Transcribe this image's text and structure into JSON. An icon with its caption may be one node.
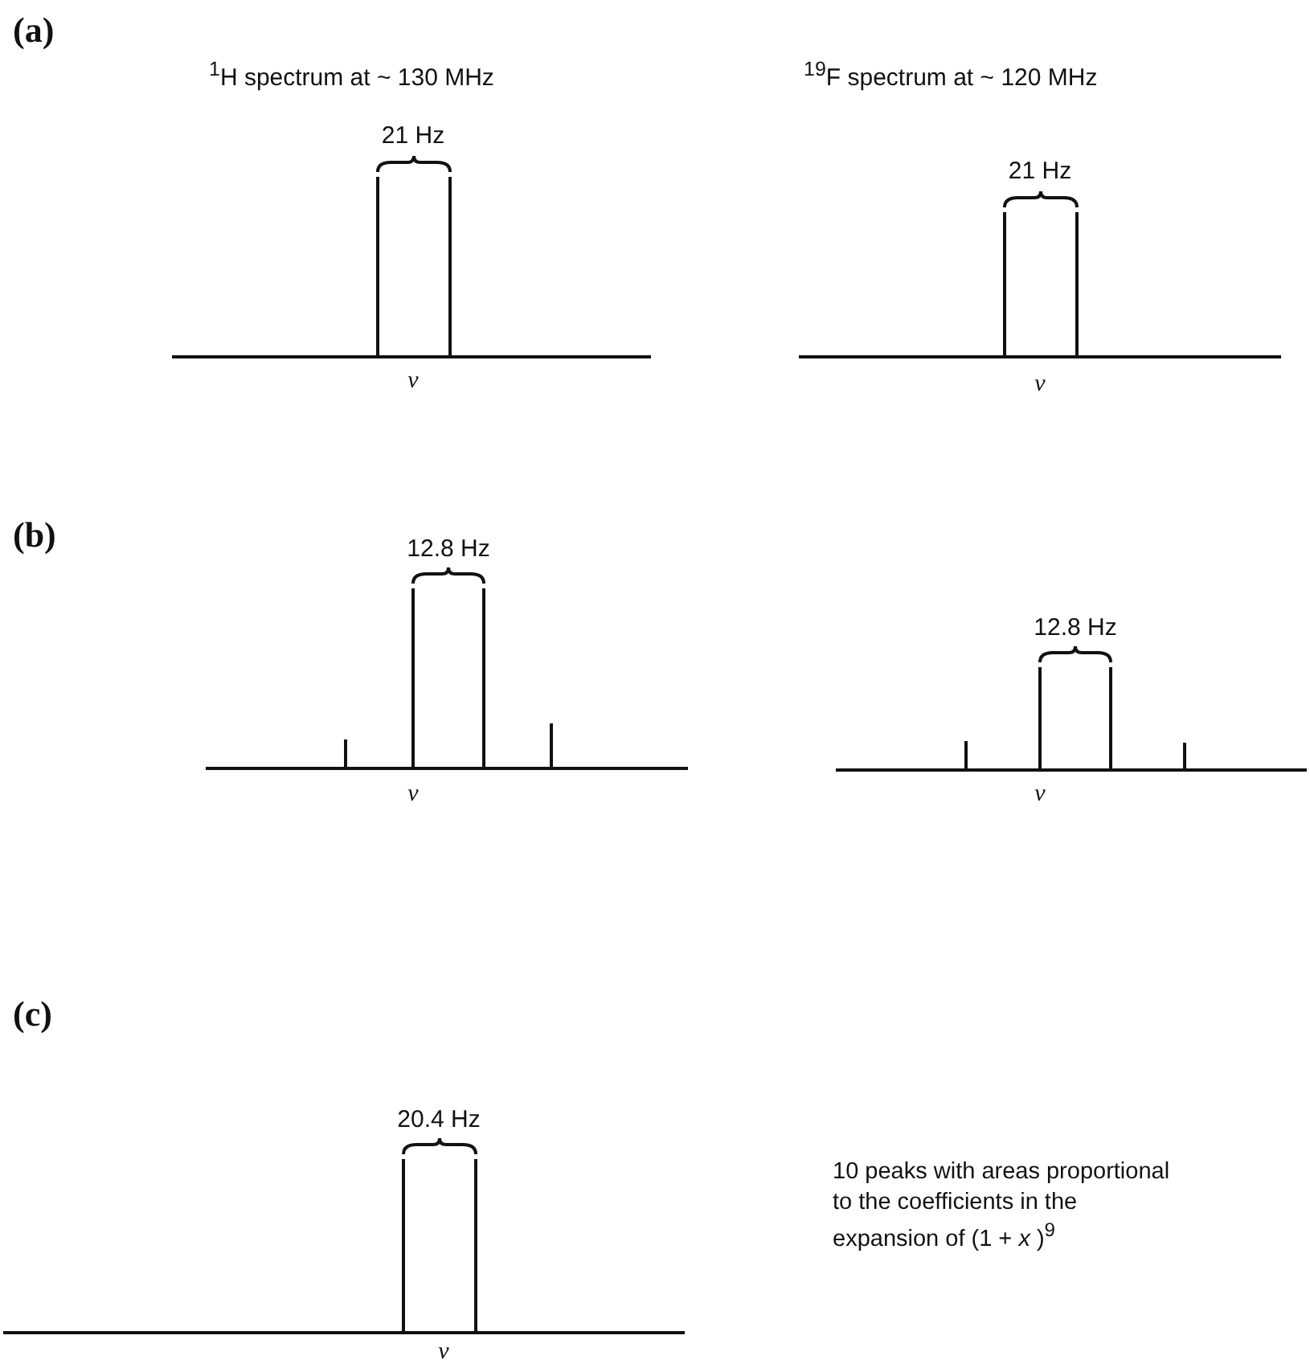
{
  "diagram": {
    "labels": [
      "(a)",
      "$^{1}$H spectrum at ~ 130 MHz",
      "$^{19}$F spectrum at ~ 120 MHz",
      "21 Hz",
      "21 Hz",
      "ν",
      "ν",
      "(b)",
      "12.8 Hz",
      "12.8 Hz",
      "ν",
      "ν",
      "(c)",
      "20.4 Hz",
      "10 peaks with areas proportional to the coefficients in the expansion of (1 + *x* )$^{9}$",
      "ν"
    ]
  }
}
